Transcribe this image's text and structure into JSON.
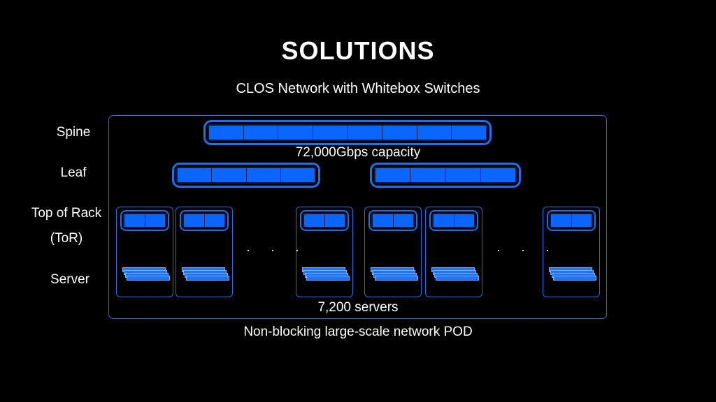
{
  "title": "SOLUTIONS",
  "subtitle": "CLOS Network with Whitebox Switches",
  "layers": {
    "spine": "Spine",
    "leaf": "Leaf",
    "tor_line1": "Top of Rack",
    "tor_line2": "(ToR)",
    "server": "Server"
  },
  "spine_caption": "72,000Gbps capacity",
  "server_caption": "7,200 servers",
  "footer": "Non-blocking large-scale network POD",
  "ellipsis": "· · ·",
  "colors": {
    "background": "#000000",
    "accent": "#1e6fe8",
    "port": "#0b66ff",
    "text": "#ffffff"
  }
}
